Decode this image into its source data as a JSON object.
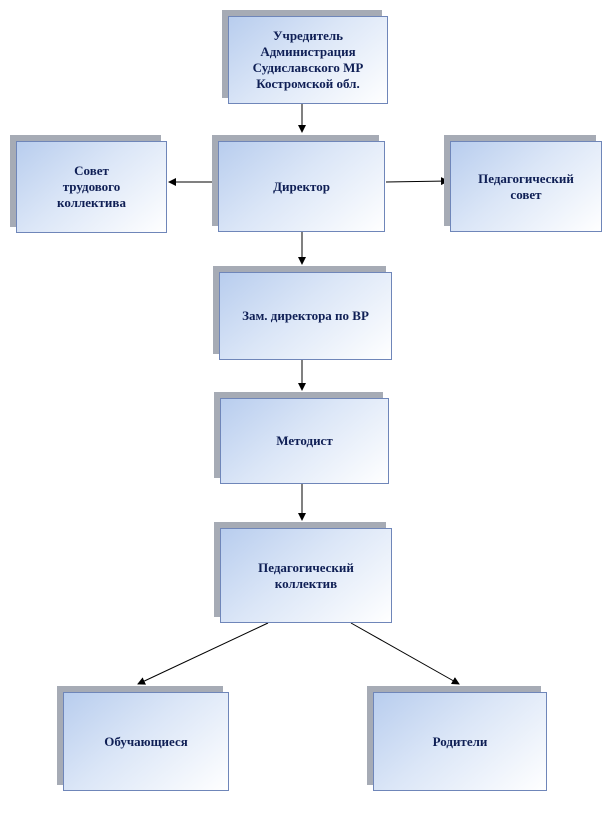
{
  "diagram": {
    "nodes": {
      "founder": "Учредитель\nАдминистрация\nСудиславского МР\nКостромской обл.",
      "director": "Директор",
      "labor_council": "Совет\nтрудового\nколлектива",
      "pedagogical_council": "Педагогический\nсовет",
      "deputy_director": "Зам. директора по ВР",
      "methodist": "Методист",
      "pedagogical_staff": "Педагогический\nколлектив",
      "students": "Обучающиеся",
      "parents": "Родители"
    },
    "edges": [
      [
        "founder",
        "director"
      ],
      [
        "director",
        "labor_council"
      ],
      [
        "director",
        "pedagogical_council"
      ],
      [
        "director",
        "deputy_director"
      ],
      [
        "deputy_director",
        "methodist"
      ],
      [
        "methodist",
        "pedagogical_staff"
      ],
      [
        "pedagogical_staff",
        "students"
      ],
      [
        "pedagogical_staff",
        "parents"
      ]
    ],
    "colors": {
      "box_start": "#b8cdee",
      "box_end": "#ffffff",
      "shadow": "#a6abb5",
      "border": "#6f86b9",
      "text": "#0f1f55",
      "connector": "#000000"
    }
  }
}
